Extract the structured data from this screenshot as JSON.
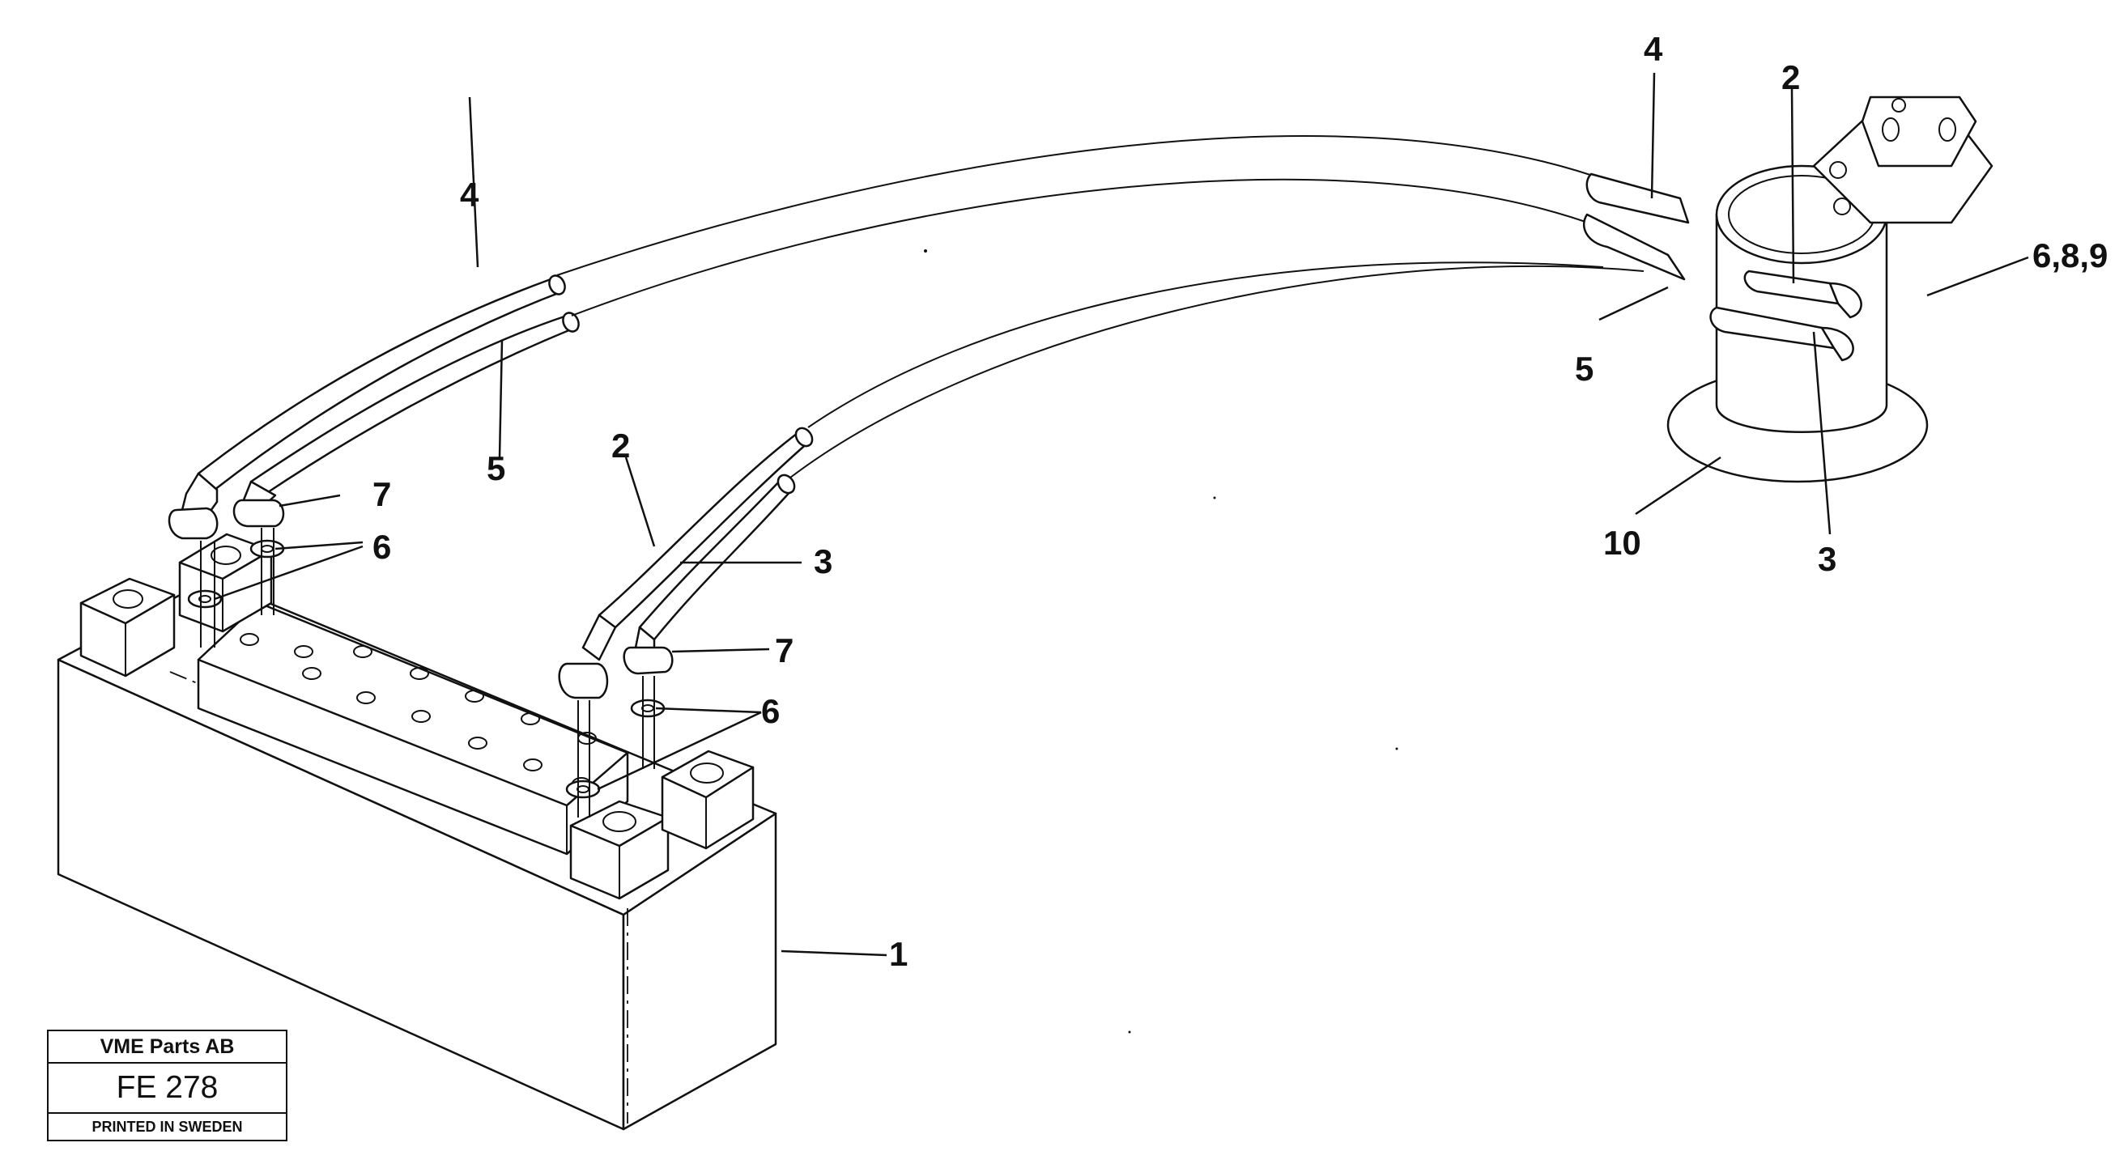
{
  "callouts": {
    "battery_1": "1",
    "cable_2_mid": "2",
    "cable_2_right": "2",
    "cable_3_mid": "3",
    "cable_3_right": "3",
    "cable_4_left": "4",
    "cable_4_right": "4",
    "cable_5_left": "5",
    "cable_5_right": "5",
    "washer_6_left": "6",
    "washer_6_mid": "6",
    "fitting_7_left": "7",
    "fitting_7_mid": "7",
    "group_689": "6,8,9",
    "switch_10": "10"
  },
  "title_block": {
    "company": "VME Parts AB",
    "code": "FE 278",
    "printed": "PRINTED IN SWEDEN"
  }
}
